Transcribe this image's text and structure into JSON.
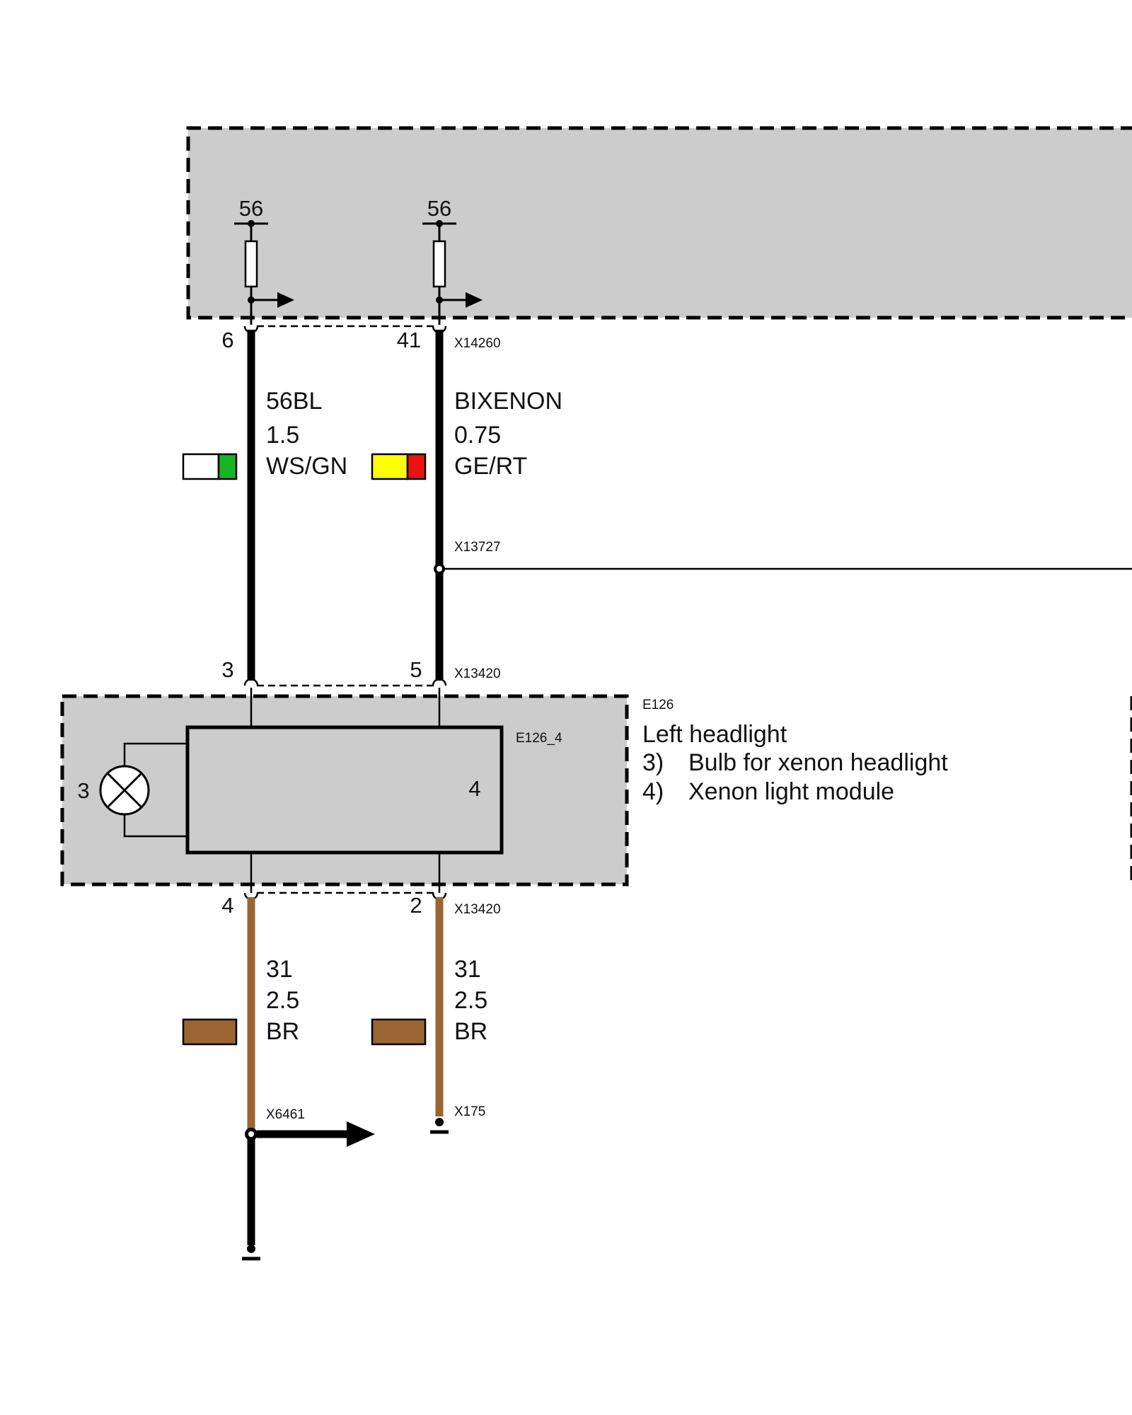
{
  "module_top": {
    "pins": [
      {
        "terminal": "56",
        "pin": "6"
      },
      {
        "terminal": "56",
        "pin": "41"
      }
    ],
    "connector": "X14260"
  },
  "wires_upper": [
    {
      "signal": "56BL",
      "gauge": "1.5",
      "color_code": "WS/GN",
      "colors": [
        "#ffffff",
        "#17b522"
      ]
    },
    {
      "signal": "BIXENON",
      "gauge": "0.75",
      "color_code": "GE/RT",
      "colors": [
        "#ffff00",
        "#ee1111"
      ]
    }
  ],
  "splice": "X13727",
  "connector_top": {
    "id": "X13420",
    "pins": [
      "3",
      "5"
    ]
  },
  "headlight": {
    "id": "E126",
    "sub_id": "E126_4",
    "bulb_ref": "3",
    "module_ref": "4",
    "title": "Left headlight",
    "legend": [
      {
        "num": "3)",
        "text": "Bulb for xenon headlight"
      },
      {
        "num": "4)",
        "text": "Xenon light module"
      }
    ]
  },
  "connector_bottom": {
    "id": "X13420",
    "pins": [
      "4",
      "2"
    ]
  },
  "wires_lower": [
    {
      "signal": "31",
      "gauge": "2.5",
      "color_code": "BR",
      "colors": [
        "#9a6533"
      ]
    },
    {
      "signal": "31",
      "gauge": "2.5",
      "color_code": "BR",
      "colors": [
        "#9a6533"
      ]
    }
  ],
  "grounds": [
    "X6461",
    "X175"
  ]
}
